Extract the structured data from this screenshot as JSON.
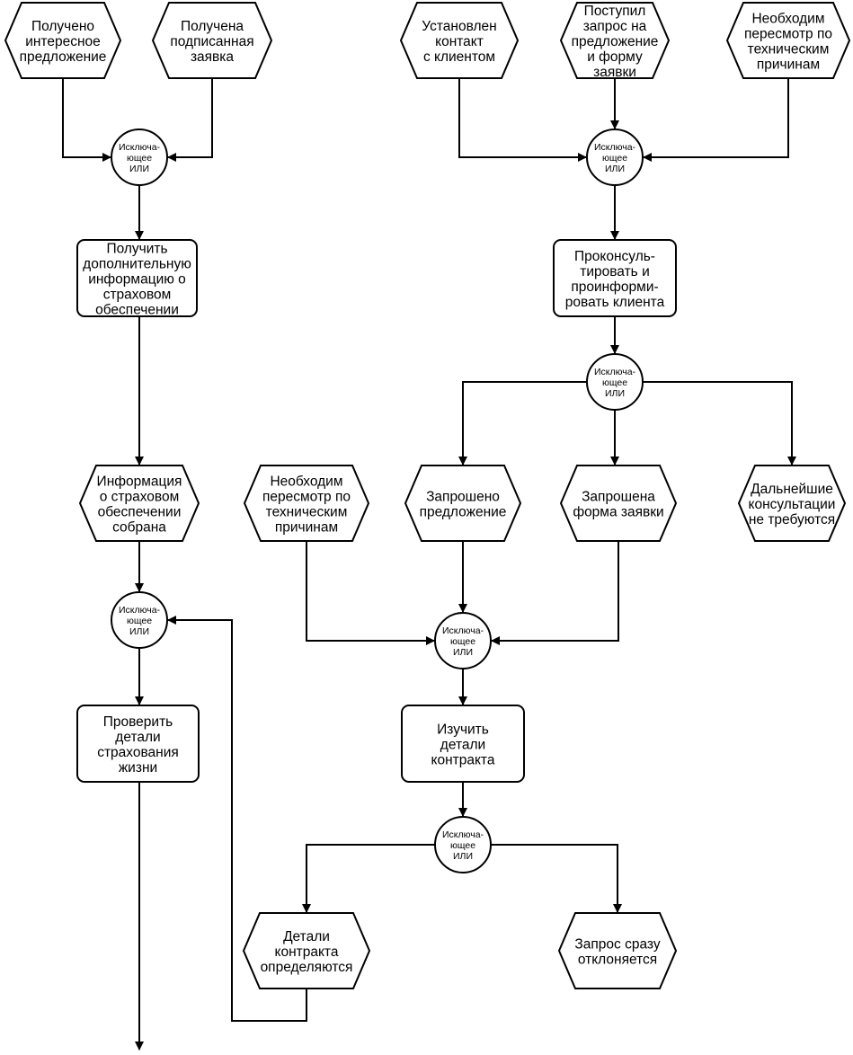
{
  "diagram": {
    "events": {
      "e1": [
        "Получено",
        "интересное",
        "предложение"
      ],
      "e2": [
        "Получена",
        "подписанная",
        "заявка"
      ],
      "e3": [
        "Установлен",
        "контакт",
        "с клиентом"
      ],
      "e4": [
        "Поступил",
        "запрос на",
        "предложение",
        "и форму",
        "заявки"
      ],
      "e5": [
        "Необходим",
        "пересмотр по",
        "техническим",
        "причинам"
      ],
      "e6": [
        "Информация",
        "о страховом",
        "обеспечении",
        "собрана"
      ],
      "e7": [
        "Необходим",
        "пересмотр по",
        "техническим",
        "причинам"
      ],
      "e8": [
        "Запрошено",
        "предложение"
      ],
      "e9": [
        "Запрошена",
        "форма заявки"
      ],
      "e10": [
        "Дальнейшие",
        "консультации",
        "не требуются"
      ],
      "e11": [
        "Детали",
        "контракта",
        "определяются"
      ],
      "e12": [
        "Запрос сразу",
        "отклоняется"
      ]
    },
    "functions": {
      "f1": [
        "Получить",
        "дополнительную",
        "информацию о",
        "страховом",
        "обеспечении"
      ],
      "f2": [
        "Проконсуль-",
        "тировать и",
        "проинформи-",
        "ровать клиента"
      ],
      "f3": [
        "Проверить",
        "детали",
        "страхования",
        "жизни"
      ],
      "f4": [
        "Изучить",
        "детали",
        "контракта"
      ]
    },
    "operators": {
      "x1": [
        "Исключа-",
        "ющее",
        "ИЛИ"
      ],
      "x2": [
        "Исключа-",
        "ющее",
        "ИЛИ"
      ],
      "x3": [
        "Исключа-",
        "ющее",
        "ИЛИ"
      ],
      "x4": [
        "Исключа-",
        "ющее",
        "ИЛИ"
      ],
      "x5": [
        "Исключа-",
        "ющее",
        "ИЛИ"
      ],
      "x6": [
        "Исключа-",
        "ющее",
        "ИЛИ"
      ]
    }
  }
}
